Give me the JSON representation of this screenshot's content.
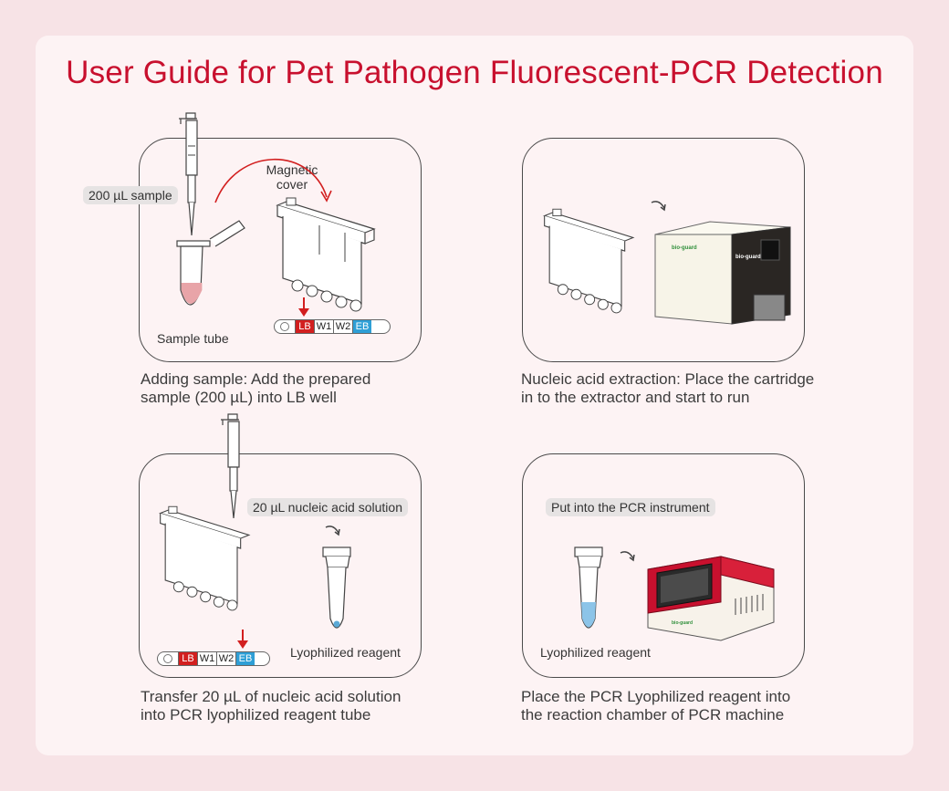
{
  "title": "User Guide for Pet Pathogen Fluorescent-PCR Detection",
  "steps": [
    {
      "caption_line1": "Adding sample: Add the prepared",
      "caption_line2": "sample (200 µL) into LB well",
      "pill": "200 µL sample",
      "label_tube": "Sample tube",
      "label_cover_line1": "Magnetic",
      "label_cover_line2": "cover"
    },
    {
      "caption_line1": "Nucleic acid extraction: Place the cartridge",
      "caption_line2": "in to the extractor and start to run",
      "brand": "bio-guard"
    },
    {
      "caption_line1": "Transfer 20 µL of nucleic acid solution",
      "caption_line2": "into PCR lyophilized reagent tube",
      "pill": "20 µL nucleic acid solution",
      "label_reagent": "Lyophilized reagent"
    },
    {
      "caption_line1": "Place the PCR Lyophilized reagent into",
      "caption_line2": "the reaction chamber of PCR machine",
      "pill": "Put into the PCR instrument",
      "label_reagent": "Lyophilized reagent"
    }
  ],
  "strip_wells": [
    "LB",
    "W1",
    "W2",
    "EB"
  ],
  "colors": {
    "title": "#c8102e",
    "lb_well": "#d21f1f",
    "eb_well": "#2e9fd6",
    "arrow": "#d21f1f",
    "pcr_machine": "#c8102e"
  }
}
